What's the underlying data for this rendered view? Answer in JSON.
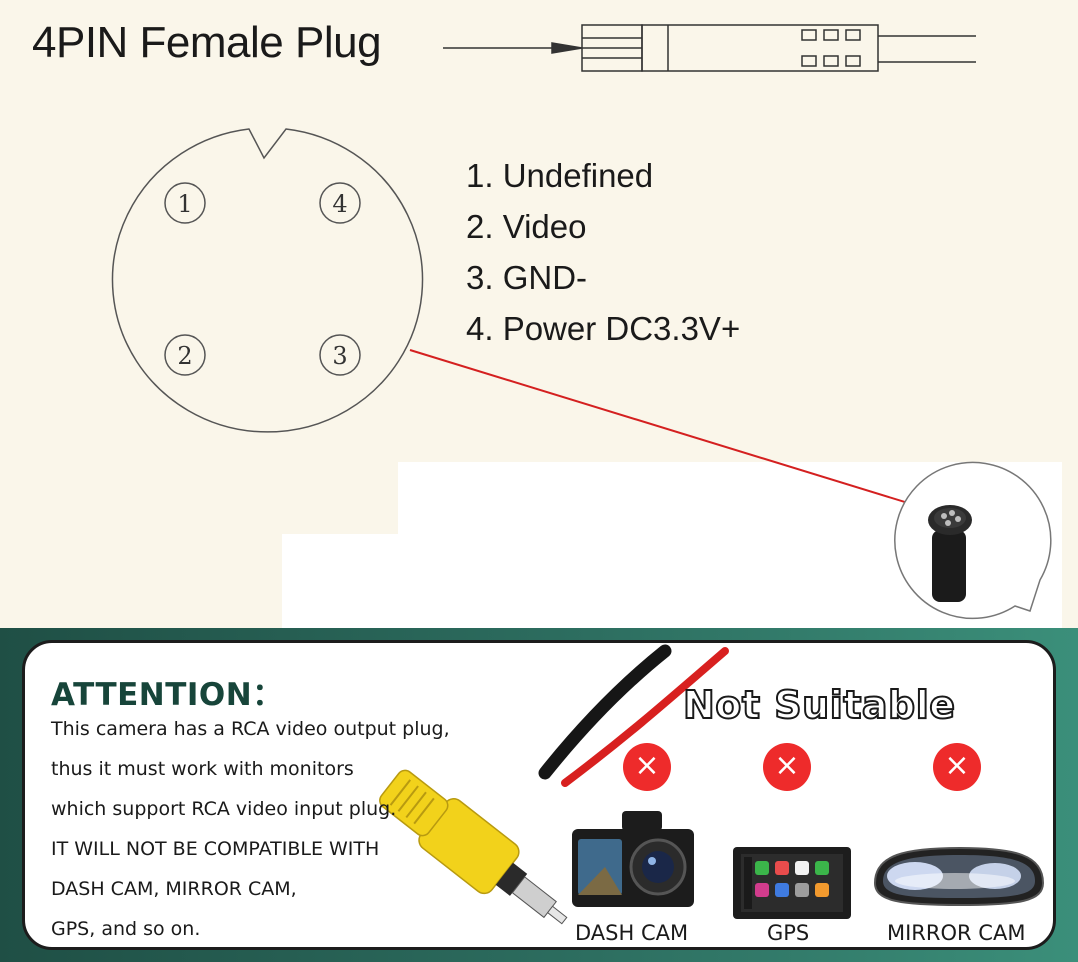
{
  "header": {
    "title": "4PIN Female Plug"
  },
  "pins": [
    {
      "number": "1",
      "label": "1. Undefined"
    },
    {
      "number": "2",
      "label": "2. Video"
    },
    {
      "number": "3",
      "label": "3. GND-"
    },
    {
      "number": "4",
      "label": "4. Power DC3.3V+"
    }
  ],
  "attention": {
    "title": "ATTENTION：",
    "lines": [
      "This camera has a RCA video output plug,",
      "thus it must work with monitors",
      "which support RCA video input plug.",
      "IT WILL NOT BE COMPATIBLE WITH",
      "DASH CAM, MIRROR CAM,",
      "GPS, and so on."
    ]
  },
  "not_suitable": {
    "title": "Not Suitable",
    "x_symbol": "×",
    "devices": [
      {
        "label": "DASH CAM",
        "icon": "dash-cam-icon"
      },
      {
        "label": "GPS",
        "icon": "gps-screen-icon"
      },
      {
        "label": "MIRROR CAM",
        "icon": "mirror-cam-icon"
      }
    ]
  },
  "colors": {
    "accent_red": "#ee2b2b",
    "teal": "#2d6e60",
    "rca_yellow": "#f2d21b",
    "heading_green": "#17453a"
  }
}
